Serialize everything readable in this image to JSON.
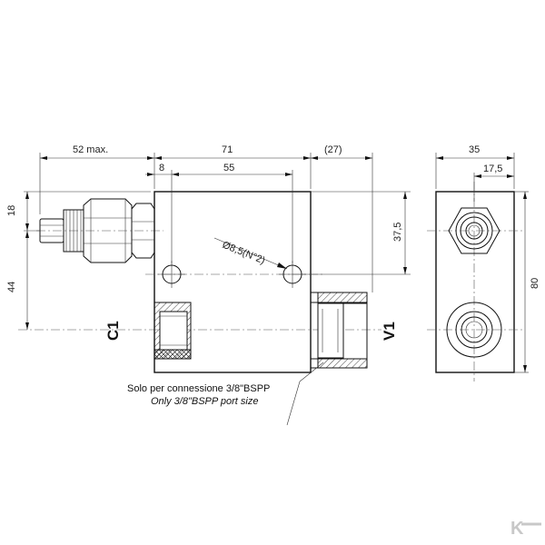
{
  "dimensions": {
    "max_52": "52 max.",
    "width_71": "71",
    "paren_27": "(27)",
    "offset_8": "8",
    "hole_pitch_55": "55",
    "height_18": "18",
    "height_44": "44",
    "height_37_5": "37,5",
    "hole_label": "Ø8,5(N°2)",
    "side_35": "35",
    "side_17_5": "17,5",
    "side_80": "80"
  },
  "ports": {
    "c1": "C1",
    "v1": "V1"
  },
  "note": {
    "italian": "Solo per connessione 3/8\"BSPP",
    "english": "Only 3/8\"BSPP port size"
  },
  "logo": {
    "mark": "K"
  }
}
